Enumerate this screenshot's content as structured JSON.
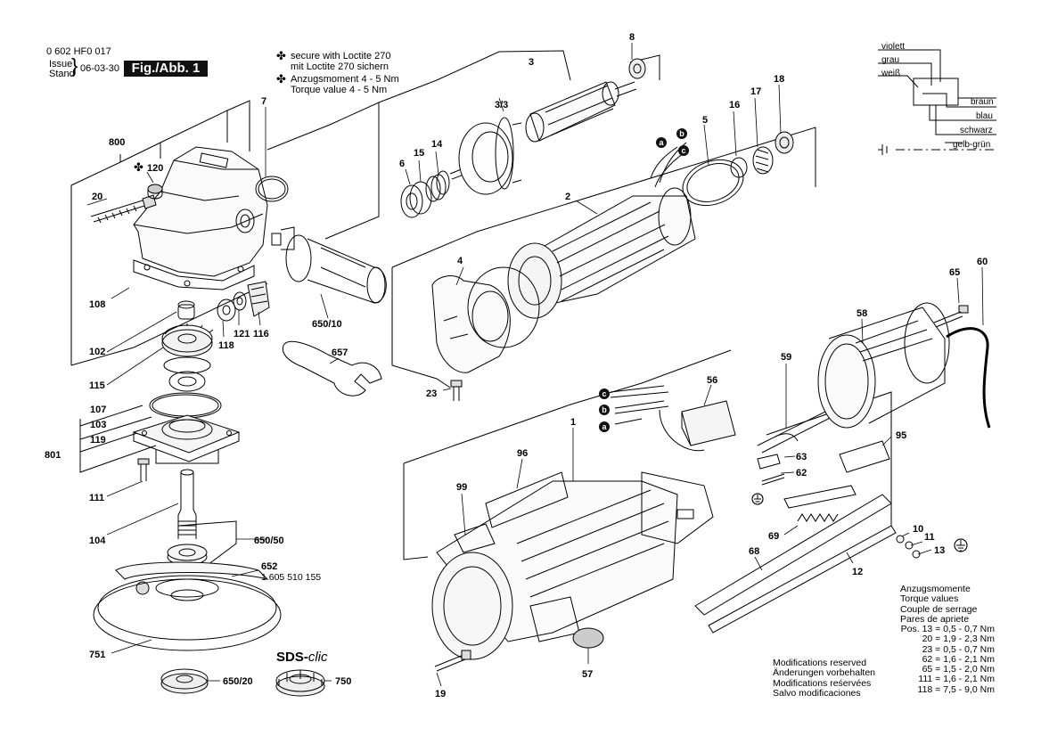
{
  "header": {
    "part_number": "0 602 HF0 017",
    "issue_label": "Issue",
    "stand_label": "Stand",
    "issue_date": "06-03-30",
    "figure_label": "Fig./Abb. 1"
  },
  "notes": {
    "loctite_en": "secure with Loctite 270",
    "loctite_de": "mit Loctite 270 sichern",
    "torque_de": "Anzugsmoment 4 - 5 Nm",
    "torque_en": "Torque value 4 - 5 Nm",
    "marker_symbol": "✤"
  },
  "wiring": {
    "colors": [
      "violett",
      "grau",
      "weiß"
    ],
    "outputs": [
      "braun",
      "blau",
      "schwarz",
      "gelb-grün"
    ]
  },
  "torque_table": {
    "titles": [
      "Anzugsmomente",
      "Torque values",
      "Couple de serrage",
      "Pares de apriete"
    ],
    "rows": [
      "Pos. 13 = 0,5 - 0,7 Nm",
      "20 = 1,9 - 2,3 Nm",
      "23 = 0,5 - 0,7 Nm",
      "62 = 1,6 - 2,1 Nm",
      "65 = 1,5 - 2,0 Nm",
      "111 = 1,6 - 2,1 Nm",
      "118 = 7,5 - 9,0 Nm"
    ]
  },
  "modifications": [
    "Modifications reserved",
    "Änderungen vorbehalten",
    "Modifications reśervées",
    "Salvo modificaciones"
  ],
  "sds": {
    "prefix": "SDS-",
    "suffix": "clic"
  },
  "part_labels": {
    "p800": "800",
    "p120": "120",
    "p20": "20",
    "p7": "7",
    "p108": "108",
    "p102": "102",
    "p118": "118",
    "p121": "121",
    "p116": "116",
    "p115": "115",
    "p107": "107",
    "p103": "103",
    "p119": "119",
    "p801": "801",
    "p111": "111",
    "p104": "104",
    "p650_10": "650/10",
    "p657": "657",
    "p650_50": "650/50",
    "p652": "652",
    "p652_code": "1 605 510 155",
    "p751": "751",
    "p650_20": "650/20",
    "p750": "750",
    "p3": "3",
    "p3_3": "3/3",
    "p8": "8",
    "p6": "6",
    "p15": "15",
    "p14": "14",
    "p5": "5",
    "p16": "16",
    "p17": "17",
    "p18": "18",
    "p2": "2",
    "p4": "4",
    "p23": "23",
    "pa": "a",
    "pb": "b",
    "pc": "c",
    "p1": "1",
    "p96": "96",
    "p99": "99",
    "p56": "56",
    "p59": "59",
    "p58": "58",
    "p65": "65",
    "p60": "60",
    "p95": "95",
    "p63": "63",
    "p62": "62",
    "p69": "69",
    "p68": "68",
    "p12": "12",
    "p10": "10",
    "p11": "11",
    "p13": "13",
    "p19": "19",
    "p57": "57"
  }
}
